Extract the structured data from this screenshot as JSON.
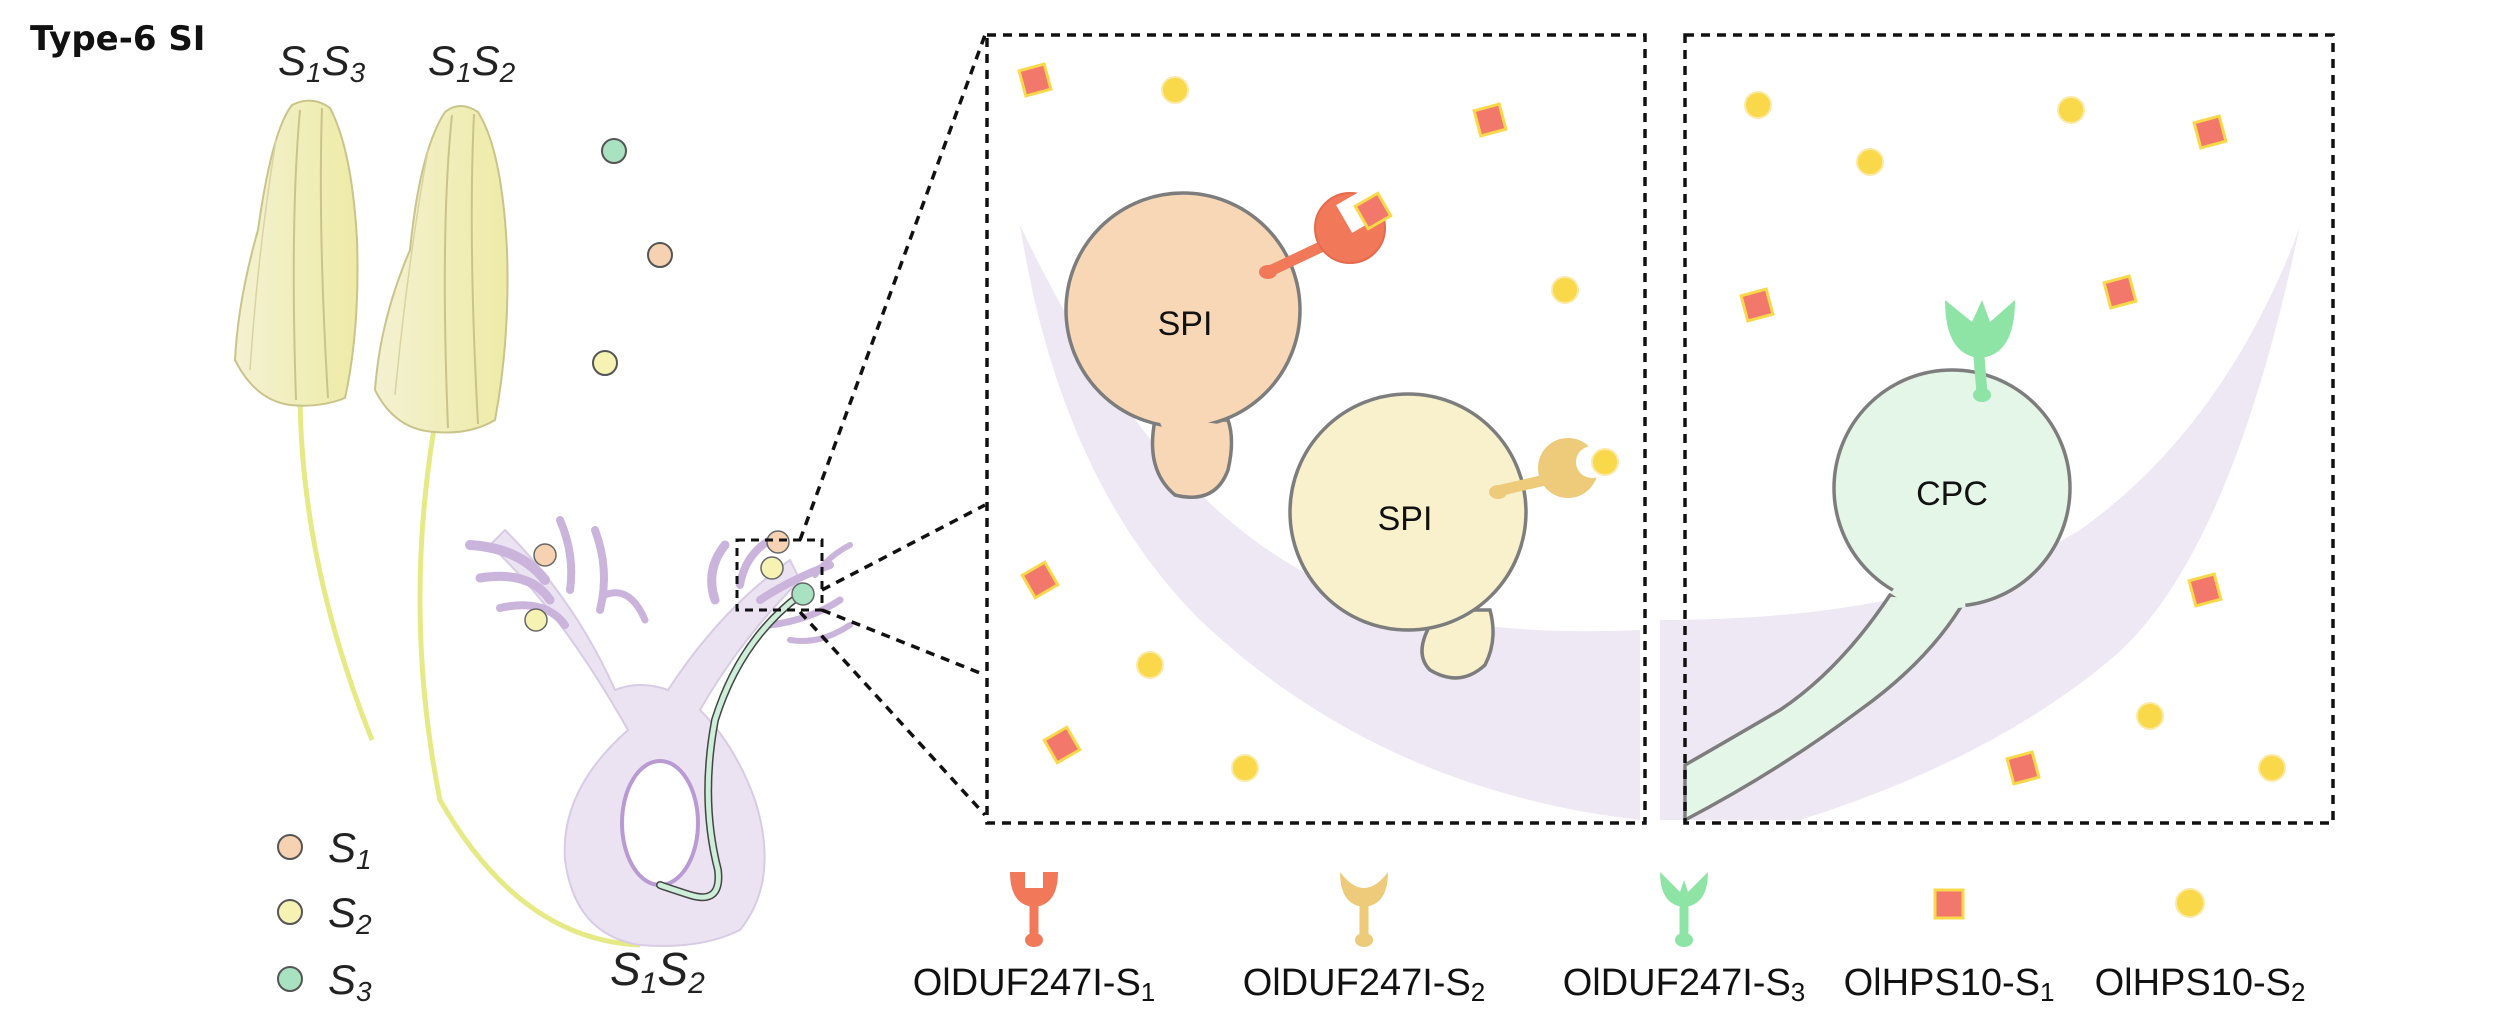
{
  "title": "Type-6 SI",
  "anthers": [
    {
      "genotype": {
        "a": "S",
        "a_sub": "1",
        "b": "S",
        "b_sub": "3"
      }
    },
    {
      "genotype": {
        "a": "S",
        "a_sub": "1",
        "b": "S",
        "b_sub": "2"
      }
    }
  ],
  "pistil": {
    "genotype": {
      "a": "S",
      "a_sub": "1",
      "b": "S",
      "b_sub": "2"
    }
  },
  "pollen_legend": [
    {
      "letter": "S",
      "sub": "1",
      "color": "#f6d2b2"
    },
    {
      "letter": "S",
      "sub": "2",
      "color": "#f5f2b4"
    },
    {
      "letter": "S",
      "sub": "3",
      "color": "#a8e2c0"
    }
  ],
  "panel_left": {
    "grain_1_label": "SPI",
    "grain_2_label": "SPI",
    "grain_1_color": "#f7d7b5",
    "grain_2_color": "#f8f1cc"
  },
  "panel_right": {
    "grain_label": "CPC",
    "grain_color": "#e3f6e8"
  },
  "protein_legend": [
    {
      "name": "OlDUF247I",
      "suffix": "-S",
      "sub": "1",
      "symbol": "receptor-s1",
      "color": "#f2785a"
    },
    {
      "name": "OlDUF247I",
      "suffix": "-S",
      "sub": "2",
      "symbol": "receptor-s2",
      "color": "#eecb7a"
    },
    {
      "name": "OlDUF247I",
      "suffix": "-S",
      "sub": "3",
      "symbol": "receptor-s3",
      "color": "#8ee4a4"
    },
    {
      "name": "OlHPS10",
      "suffix": "-S",
      "sub": "1",
      "symbol": "square-ligand",
      "color": "#f2786b"
    },
    {
      "name": "OlHPS10",
      "suffix": "-S",
      "sub": "2",
      "symbol": "circle-ligand",
      "color": "#f9d84a"
    }
  ],
  "colors": {
    "style_tissue": "#ebe3f1",
    "style_dark": "#cbb4dc",
    "ovary_outline": "#b99ad3",
    "filament": "#e8ec8f",
    "pollen_tube": "#cdeed8"
  }
}
